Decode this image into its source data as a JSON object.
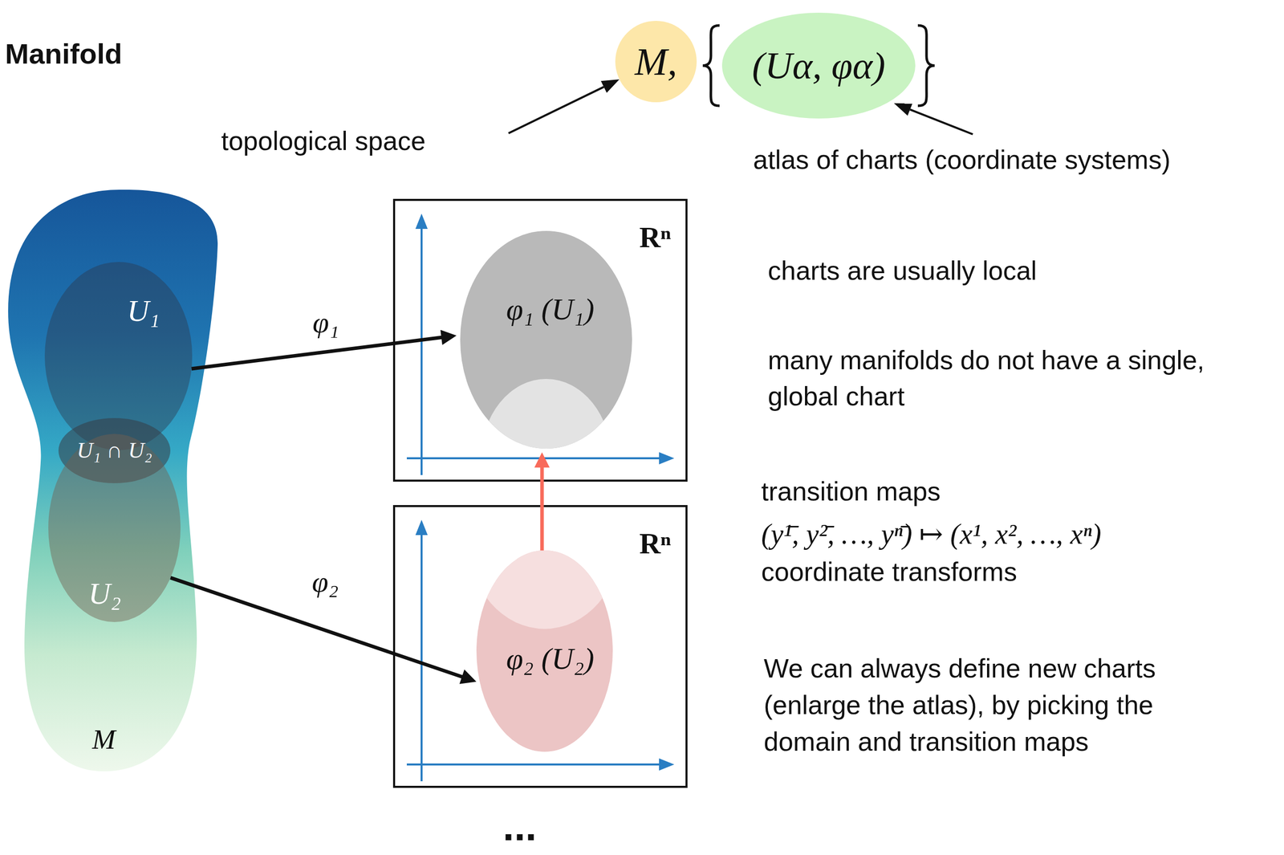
{
  "diagram": {
    "title": "Manifold",
    "nodes": [
      {
        "text": [
          "M,"
        ]
      },
      {
        "text": [
          "(Uα, φα)"
        ]
      },
      {
        "text": [
          "M"
        ]
      },
      {
        "text": [
          "U₁"
        ],
        "in": 2
      },
      {
        "text": [
          "U₁ ∩ U₂"
        ],
        "in": 2
      },
      {
        "text": [
          "U₂"
        ],
        "in": 2
      },
      {
        "text": [
          "Rⁿ"
        ]
      },
      {
        "text": [
          "φ₁ (U₁)"
        ],
        "in": 6
      },
      {
        "text": [
          "Rⁿ"
        ]
      },
      {
        "text": [
          "φ₂ (U₂)"
        ],
        "in": 8
      }
    ],
    "edges": [
      {
        "from": 3,
        "to": 7,
        "label": "φ₁",
        "arrow": "to"
      },
      {
        "from": 5,
        "to": 9,
        "label": "φ₂",
        "arrow": "to"
      },
      {
        "from": 9,
        "to": 7,
        "arrow": "to"
      }
    ],
    "labels": [
      "topological space",
      "atlas of charts (coordinate systems)",
      "charts are usually local",
      "many manifolds do not have a single, global chart",
      "transition maps",
      "(y¹̄, y²̄, …, yⁿ̄) ↦ (x¹, x², …, xⁿ)",
      "coordinate transforms",
      "We can always define new charts (enlarge the atlas), by picking the domain and transition maps",
      "..."
    ]
  }
}
